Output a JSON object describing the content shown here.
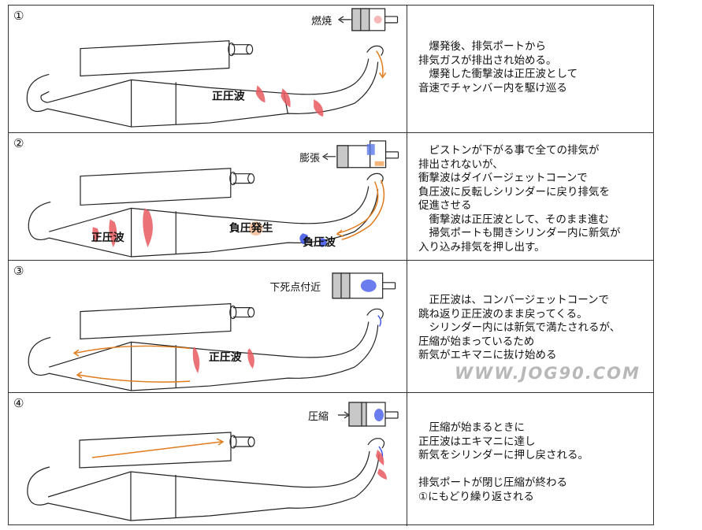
{
  "panels": [
    {
      "number": "①",
      "engine_label": "燃焼",
      "wave_labels": [
        "正圧波"
      ],
      "description": "　爆発後、排気ポートから\n排気ガスが排出され始める。\n　爆発した衝撃波は正圧波として\n音速でチャンバー内を駆け巡る"
    },
    {
      "number": "②",
      "engine_label": "膨張",
      "wave_labels": [
        "正圧波",
        "負圧発生",
        "負圧波"
      ],
      "description": "　ピストンが下がる事で全ての排気が\n排出されないが、\n衝撃波はダイバージェットコーンで\n負圧波に反転しシリンダーに戻り排気を\n促進させる\n　衝撃波は正圧波として、そのまま進む\n　掃気ポートも開きシリンダー内に新気が\n入り込み排気を押し出す。"
    },
    {
      "number": "③",
      "engine_label": "下死点付近",
      "wave_labels": [
        "正圧波"
      ],
      "description": "　正圧波は、コンバージェットコーンで\n跳ね返り正圧波のまま戻ってくる。\n　シリンダー内には新気で満たされるが、\n圧縮が始まっているため\n新気がエキマニに抜け始める"
    },
    {
      "number": "④",
      "engine_label": "圧縮",
      "wave_labels": [],
      "description": "　圧縮が始まるときに\n正圧波はエキマニに達し\n新気をシリンダーに押し戻される。\n\n排気ポートが閉じ圧縮が終わる\n①にもどり繰り返される"
    }
  ],
  "watermark": "WWW.JOG90.COM",
  "colors": {
    "positive_wave": "#e0303a",
    "negative_wave": "#2a3ee6",
    "flow_arrow": "#e07a1a",
    "outline": "#222222"
  }
}
